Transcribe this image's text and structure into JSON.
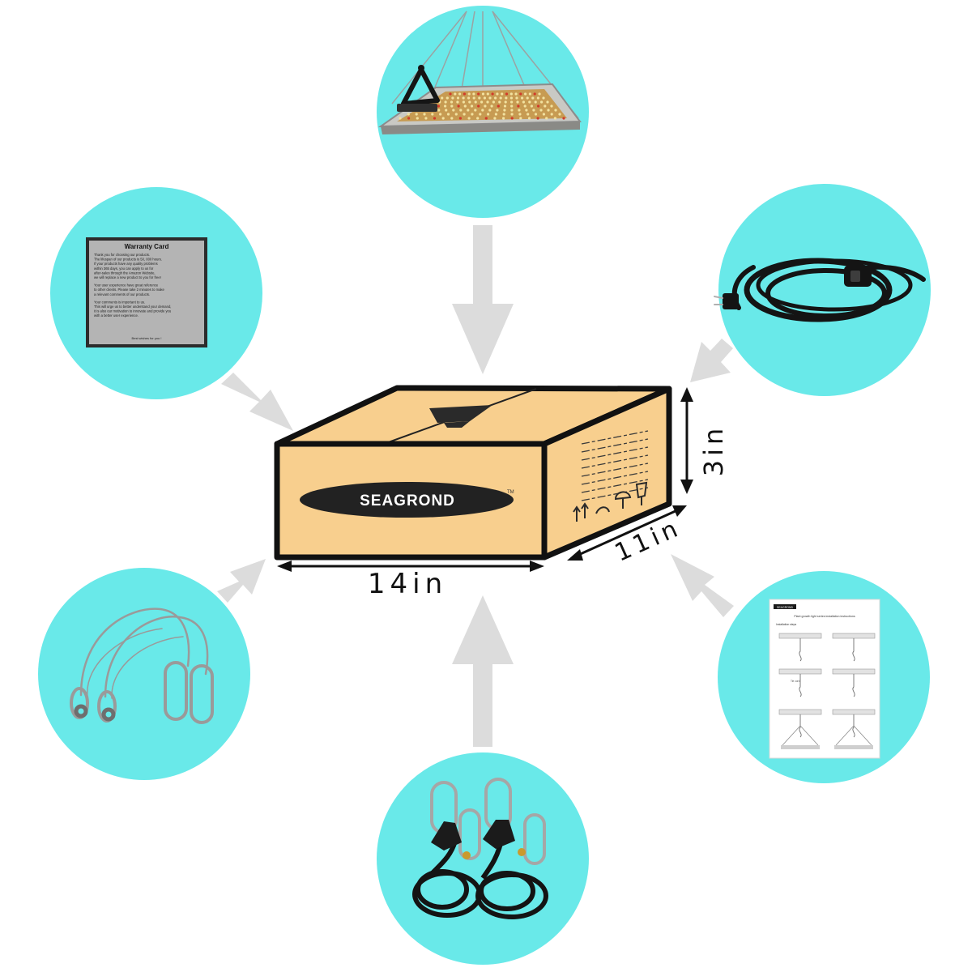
{
  "colors": {
    "circle": "#69e9e9",
    "arrow": "#dcdcdc",
    "box_face": "#f8cf8e",
    "box_outline": "#111111",
    "brand_oval": "#222222",
    "card_gray": "#b4b4b4"
  },
  "box": {
    "brand": "SEAGROND",
    "trademark": "TM",
    "width_label": "14in",
    "depth_label": "11in",
    "height_label": "3in"
  },
  "warranty_card": {
    "title": "Warranty Card",
    "lines": [
      "Thank you for choosing our products.",
      "The lifespan of our products is 50, 000 hours.",
      "If your products have any quality problems",
      "within 365 days, you can apply to us for",
      "after-sales through the Amazon Website,",
      "we will replace a new product to you for free!",
      "",
      "Your user experience have great reference",
      "to other clients. Please take 2 minutes to make",
      "a relevant comments of our products.",
      "",
      "Your comments is important to us.",
      "This will urge us to better understand your demand,",
      "it is also our motivation to innovate and provide you",
      "with a better user experience."
    ],
    "closing": "Best wishes for you !"
  },
  "manual": {
    "brand": "SEAGROND",
    "title": "Plant growth light series installation instructions",
    "section": "Installation steps",
    "step_note": "Tie cord"
  },
  "items": [
    {
      "name": "LED grow light panel",
      "icon": "grow-light-panel-icon"
    },
    {
      "name": "Warranty card",
      "icon": "warranty-card-icon"
    },
    {
      "name": "Power cord with switch",
      "icon": "power-cord-icon"
    },
    {
      "name": "Steel hanging wires",
      "icon": "hanging-wire-icon"
    },
    {
      "name": "Installation manual",
      "icon": "manual-icon"
    },
    {
      "name": "Rope ratchet hangers",
      "icon": "rope-hanger-icon"
    }
  ]
}
